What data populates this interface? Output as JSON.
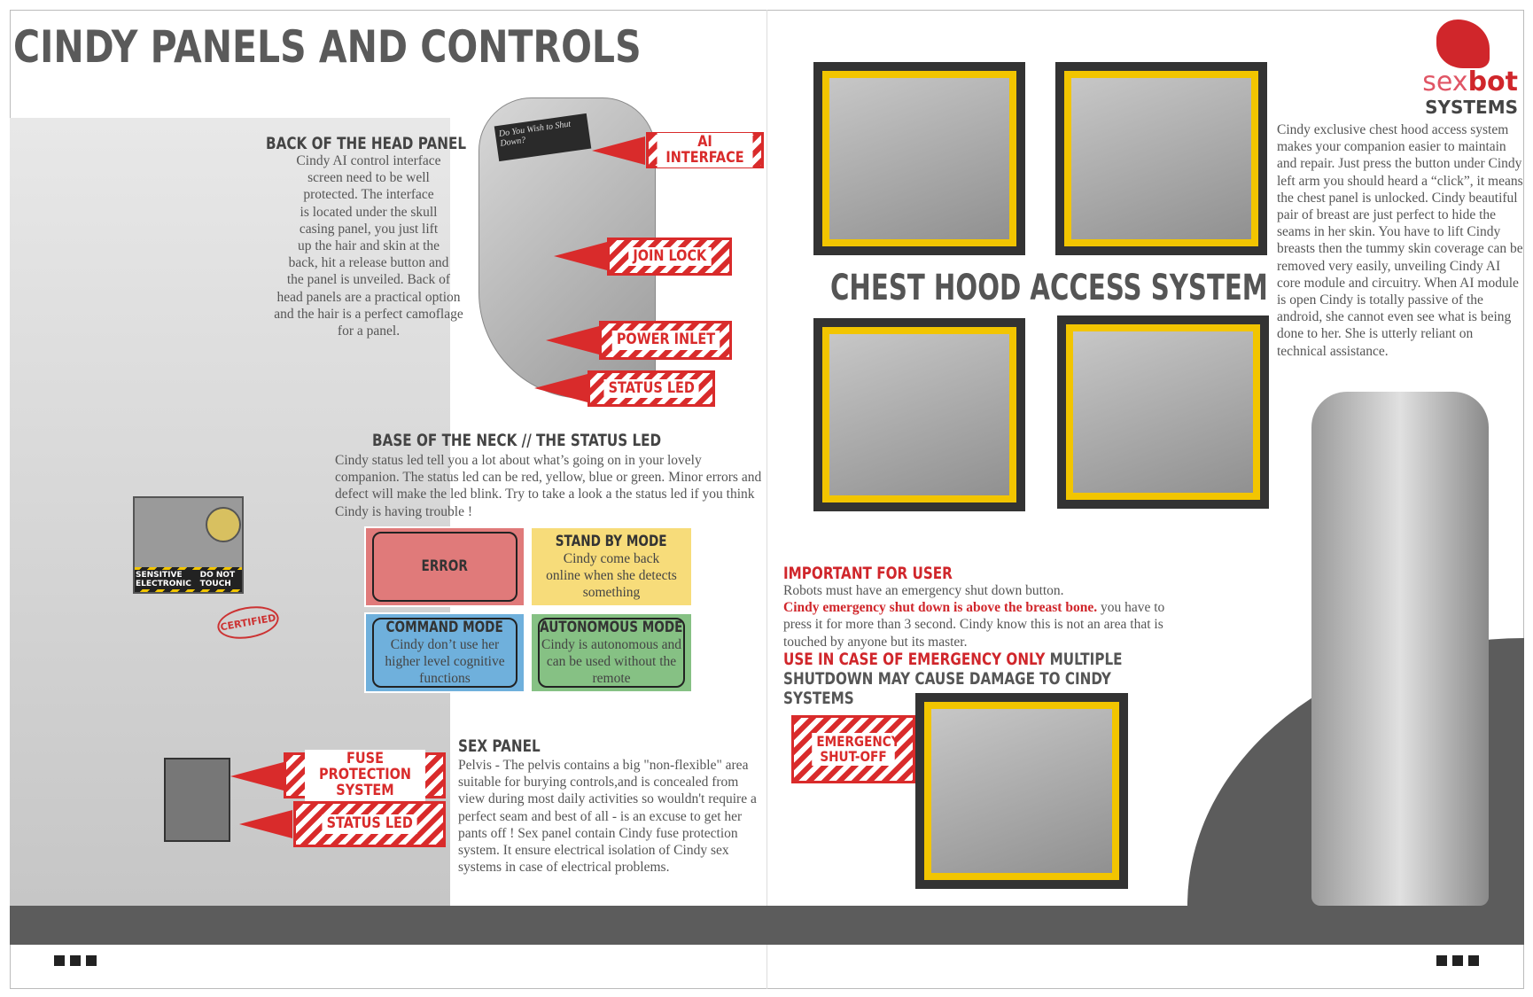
{
  "left_page": {
    "title": "CINDY PANELS AND CONTROLS",
    "head_panel": {
      "heading": "BACK OF THE HEAD PANEL",
      "lines": [
        "Cindy AI control interface",
        "screen need to be well",
        "protected. The interface",
        "is located under the skull",
        "casing panel, you just lift",
        "up the hair and skin at the",
        "back, hit a release button and",
        "the panel is unveiled. Back of",
        "head panels are a practical option",
        "and the hair is a perfect camoflage",
        "for a panel."
      ]
    },
    "head_labels": {
      "ai_interface": "AI INTERFACE",
      "join_lock": "JOIN LOCK",
      "power_inlet": "POWER INLET",
      "status_led": "STATUS LED",
      "screen_text": "Do You Wish to Shut Down?"
    },
    "neck": {
      "heading": "BASE OF THE NECK // THE STATUS LED",
      "text": "Cindy status led tell you a lot about what’s going on in your lovely companion. The status led can be red, yellow, blue or green. Minor errors and defect will make the led blink. Try to take a look a the status led if you think Cindy is having trouble !"
    },
    "modes": [
      {
        "title": "ERROR",
        "desc": "",
        "color": "#e07a7a"
      },
      {
        "title": "STAND BY MODE",
        "desc": "Cindy come back online when she detects something",
        "color": "#f7dc7a"
      },
      {
        "title": "COMMAND MODE",
        "desc": "Cindy don’t use her higher level cognitive functions",
        "color": "#6fb0dc"
      },
      {
        "title": "AUTONOMOUS MODE",
        "desc": "Cindy is autonomous and can be used without the remote",
        "color": "#86c184"
      }
    ],
    "body_labels": {
      "fuse": "FUSE PROTECTION SYSTEM",
      "status_led": "STATUS LED",
      "certified": "CERTIFIED",
      "sensitive": "SENSITIVE ELECTRONIC",
      "do_not_touch": "DO NOT TOUCH"
    },
    "sex_panel": {
      "heading": "SEX PANEL",
      "text": "Pelvis - The pelvis contains a big \"non-flexible\" area suitable for burying controls,and is concealed from view during most daily activities so wouldn't require a perfect seam and best of all - is an excuse to get her pants off ! Sex panel contain Cindy fuse protection system. It ensure electrical isolation of Cindy sex systems in case of electrical problems."
    }
  },
  "right_page": {
    "logo": {
      "sex": "sex",
      "bot": "bot",
      "systems": "SYSTEMS"
    },
    "chest_heading": "CHEST HOOD ACCESS SYSTEM",
    "chest_text": "Cindy exclusive chest hood access system makes your companion easier to maintain and repair. Just press the button under Cindy left arm you should heard a “click”, it means the chest panel is unlocked. Cindy beautiful pair of breast are just perfect to hide the seams in her skin. You have to lift Cindy breasts then the tummy skin coverage can be removed very easily, unveiling Cindy AI core module and circuitry. When AI module is open Cindy is totally passive of the android, she cannot even see what is being done to her. She is utterly reliant on technical assistance.",
    "important": {
      "heading": "IMPORTANT FOR USER",
      "line1": "Robots must have an emergency shut down button.",
      "highlight": "Cindy emergency shut down is above the breast bone.",
      "rest": " you have to press it for more than 3 second. Cindy know this is not an area that is touched by anyone but its master.",
      "warn_red": "USE IN CASE OF EMERGENCY ONLY",
      "warn_gray": " MULTIPLE SHUTDOWN MAY CAUSE DAMAGE TO CINDY SYSTEMS"
    },
    "emergency_label": "EMERGENCY SHUT-OFF"
  },
  "colors": {
    "accent": "#d92b2b",
    "band": "#5c5c5c",
    "hazard": "#f2c500"
  }
}
